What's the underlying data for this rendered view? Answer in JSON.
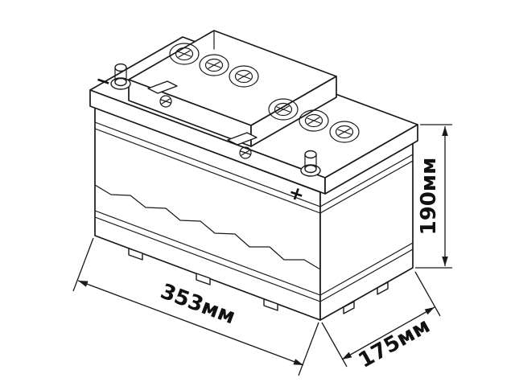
{
  "drawing": {
    "dimension_labels": {
      "length": "353мм",
      "depth": "175мм",
      "height": "190мм"
    },
    "terminal_markings": {
      "positive": "+",
      "negative": "−"
    },
    "colors": {
      "line": "#1a1a1a",
      "background": "#ffffff"
    }
  }
}
